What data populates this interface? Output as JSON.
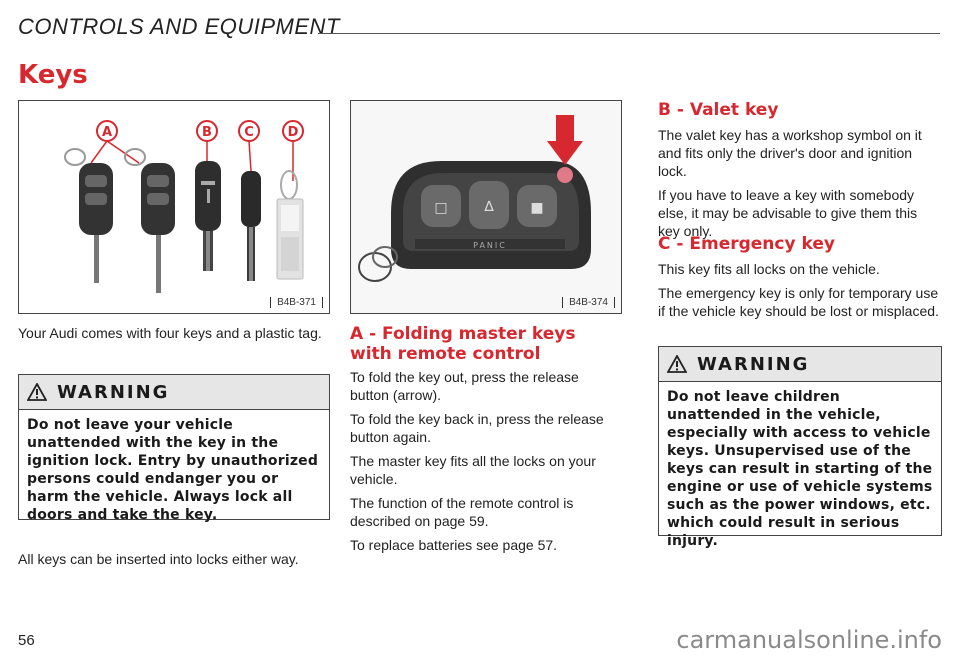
{
  "header": {
    "title": "CONTROLS AND EQUIPMENT"
  },
  "section": {
    "title": "Keys"
  },
  "figure1": {
    "code": "B4B-371",
    "labels": [
      "A",
      "B",
      "C",
      "D"
    ]
  },
  "figure2": {
    "code": "B4B-374",
    "panic_text": "PANIC"
  },
  "left": {
    "intro": "Your Audi comes with four keys and a plastic tag.",
    "warning_title": "WARNING",
    "warning_text": "Do not leave your vehicle unattended with the key in the ignition lock. Entry by unauthorized persons could endanger you or harm the vehicle. Always lock all doors and take the key.",
    "footer": "All keys can be inserted into locks either way."
  },
  "middle": {
    "heading": "A - Folding master keys with remote control",
    "p1": "To fold the key out, press the release button (arrow).",
    "p2": "To fold the key back in, press the release button again.",
    "p3": "The master key fits all the locks on your vehicle.",
    "p4": "The function of the remote control is described on page 59.",
    "p5": "To replace batteries see page 57."
  },
  "right": {
    "heading_b": "B - Valet key",
    "b_p1": "The valet key has a workshop symbol on it and fits only the driver's door and ignition lock.",
    "b_p2": "If you have to leave a key with somebody else, it may be advisable to give them this key only.",
    "heading_c": "C - Emergency key",
    "c_p1": "This key fits all locks on the vehicle.",
    "c_p2": "The emergency key is only for temporary use if the vehicle key should be lost or misplaced.",
    "warning_title": "WARNING",
    "warning_text": "Do not leave children unattended in the vehicle, especially with access to vehicle keys. Unsupervised use of the keys can result in starting of the engine or use of vehicle systems such as the power windows, etc. which could result in serious injury."
  },
  "page_number": "56",
  "watermark": "carmanualsonline.info",
  "colors": {
    "accent": "#d7282f"
  }
}
